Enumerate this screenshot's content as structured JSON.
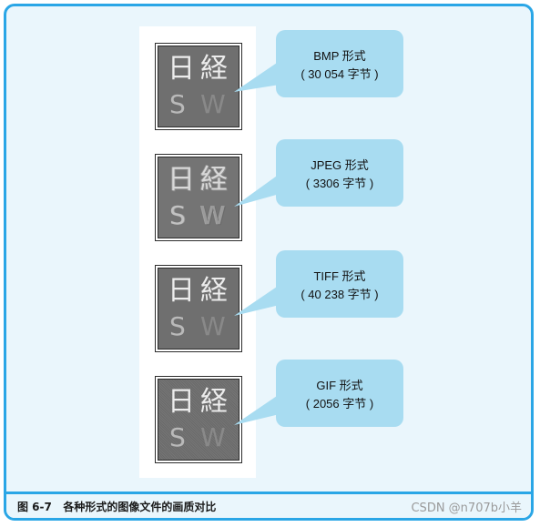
{
  "samples": [
    {
      "glyph1": "日",
      "glyph2": "経",
      "letter1": "S",
      "letter2": "W"
    },
    {
      "glyph1": "日",
      "glyph2": "経",
      "letter1": "S",
      "letter2": "W"
    },
    {
      "glyph1": "日",
      "glyph2": "経",
      "letter1": "S",
      "letter2": "W"
    },
    {
      "glyph1": "日",
      "glyph2": "経",
      "letter1": "S",
      "letter2": "W"
    }
  ],
  "bubbles": [
    {
      "format": "BMP 形式",
      "size": "( 30 054 字节 )"
    },
    {
      "format": "JPEG 形式",
      "size": "( 3306 字节 )"
    },
    {
      "format": "TIFF 形式",
      "size": "( 40 238 字节 )"
    },
    {
      "format": "GIF 形式",
      "size": "( 2056 字节 )"
    }
  ],
  "caption": "图 6-7   各种形式的图像文件的画质对比",
  "watermark": "CSDN @n707b小羊",
  "colors": {
    "frame": "#2aa6e6",
    "bubble": "#a8dcf1",
    "background": "#eaf6fc"
  }
}
